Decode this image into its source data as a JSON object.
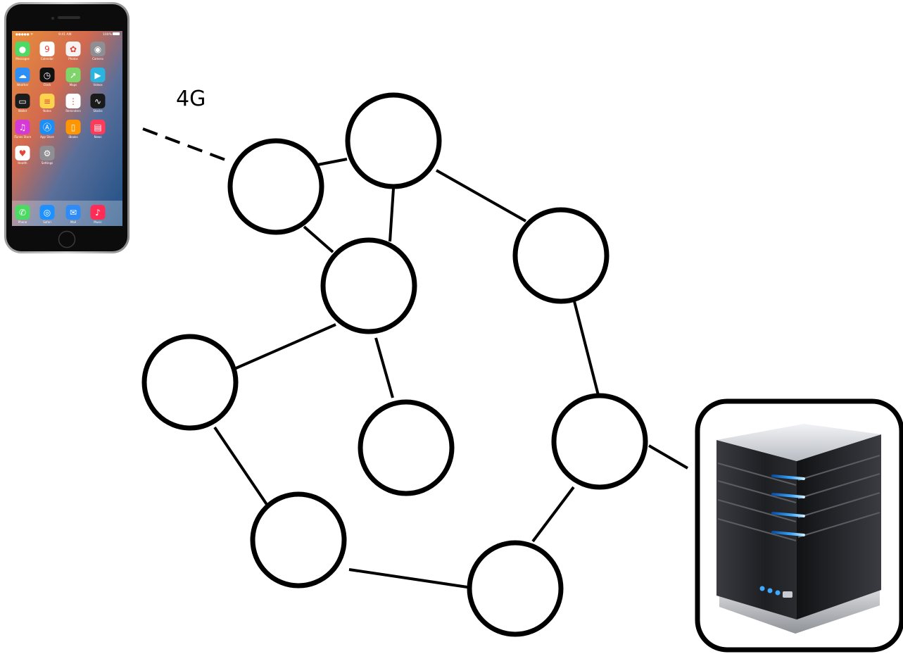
{
  "diagram": {
    "link_label": "4G",
    "phone": {
      "status_time": "9:41 AM",
      "status_battery": "100%",
      "calendar_day": "9",
      "apps": [
        {
          "label": "Messages",
          "icon": "messages-icon",
          "color": "#4cd964"
        },
        {
          "label": "Calendar",
          "icon": "calendar-icon",
          "color": "#ffffff"
        },
        {
          "label": "Photos",
          "icon": "photos-icon",
          "color": "#f4f4f4"
        },
        {
          "label": "Camera",
          "icon": "camera-icon",
          "color": "#8e8e93"
        },
        {
          "label": "Weather",
          "icon": "weather-icon",
          "color": "#2d8ef5"
        },
        {
          "label": "Clock",
          "icon": "clock-icon",
          "color": "#111111"
        },
        {
          "label": "Maps",
          "icon": "maps-icon",
          "color": "#7fd46a"
        },
        {
          "label": "Videos",
          "icon": "videos-icon",
          "color": "#2bb4e0"
        },
        {
          "label": "Wallet",
          "icon": "wallet-icon",
          "color": "#1c1c1c"
        },
        {
          "label": "Notes",
          "icon": "notes-icon",
          "color": "#fcd34d"
        },
        {
          "label": "Reminders",
          "icon": "reminders-icon",
          "color": "#ffffff"
        },
        {
          "label": "Stocks",
          "icon": "stocks-icon",
          "color": "#1a1a1a"
        },
        {
          "label": "iTunes Store",
          "icon": "itunes-store-icon",
          "color": "#d63ad6"
        },
        {
          "label": "App Store",
          "icon": "app-store-icon",
          "color": "#1b8ff7"
        },
        {
          "label": "iBooks",
          "icon": "ibooks-icon",
          "color": "#ff9500"
        },
        {
          "label": "News",
          "icon": "news-icon",
          "color": "#ff3b5a"
        },
        {
          "label": "Health",
          "icon": "health-icon",
          "color": "#ffffff"
        },
        {
          "label": "Settings",
          "icon": "settings-icon",
          "color": "#8e8e93"
        }
      ],
      "dock": [
        {
          "label": "Phone",
          "icon": "phone-icon",
          "color": "#4cd964"
        },
        {
          "label": "Safari",
          "icon": "safari-icon",
          "color": "#1e90ff"
        },
        {
          "label": "Mail",
          "icon": "mail-icon",
          "color": "#2f8cf6"
        },
        {
          "label": "Music",
          "icon": "music-icon",
          "color": "#ff2d55"
        }
      ]
    },
    "colors": {
      "stroke": "#000000",
      "server_light": "#3fa9ff"
    }
  }
}
